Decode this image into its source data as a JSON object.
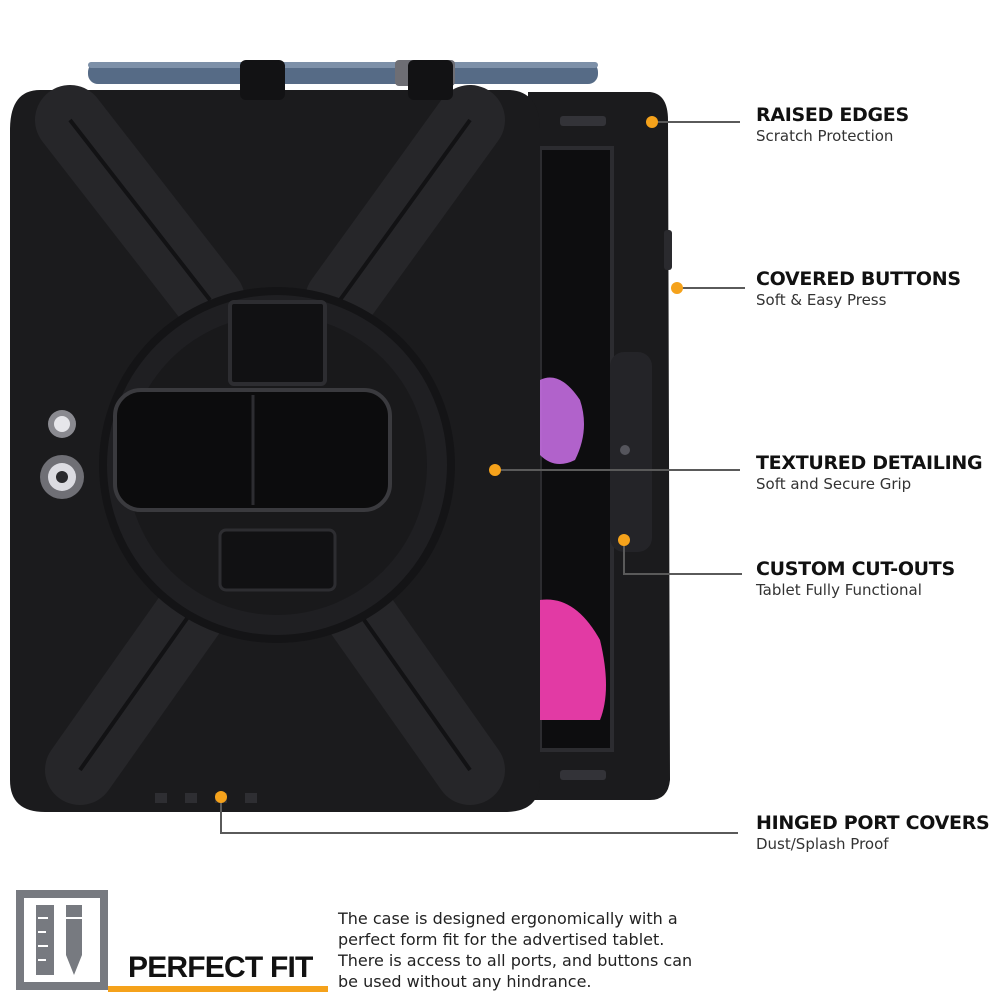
{
  "colors": {
    "accent": "#f5a21b",
    "case_black": "#1b1b1d",
    "leader_line": "#5a5a5a",
    "stylus_blue": "#5a6f8a",
    "screen_magenta": "#d63cb8"
  },
  "features": [
    {
      "title": "RAISED EDGES",
      "subtitle": "Scratch Protection"
    },
    {
      "title": "COVERED BUTTONS",
      "subtitle": "Soft & Easy Press"
    },
    {
      "title": "TEXTURED DETAILING",
      "subtitle": "Soft and Secure Grip"
    },
    {
      "title": "CUSTOM CUT-OUTS",
      "subtitle": "Tablet Fully Functional"
    },
    {
      "title": "HINGED PORT COVERS",
      "subtitle": "Dust/Splash Proof"
    }
  ],
  "perfect_fit": {
    "title": "PERFECT FIT",
    "icon": "ruler-pencil-icon",
    "description_lines": [
      "The case is designed ergonomically with a",
      "perfect form fit for the advertised tablet.",
      "There is access to all ports, and buttons can",
      "be used without any hindrance."
    ]
  }
}
